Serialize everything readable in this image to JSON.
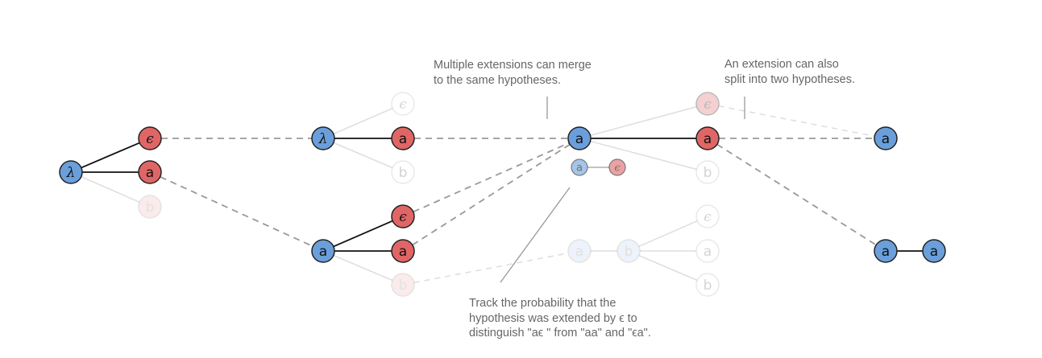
{
  "symbols": {
    "lambda": "λ",
    "epsilon": "ϵ",
    "a": "a",
    "b": "b"
  },
  "colors": {
    "blue_node": "#6a9fdb",
    "red_node": "#e06666",
    "solid_edge": "#111111",
    "dashed_edge": "#999999",
    "faded_edge": "#dddddd",
    "annotation_text": "#666666"
  },
  "annotations": {
    "merge": {
      "line1": "Multiple extensions can merge",
      "line2": "to the same hypotheses."
    },
    "split": {
      "line1": "An extension can also",
      "line2": "split into two hypotheses."
    },
    "track": {
      "line1": "Track the probability that the",
      "line2": "hypothesis was extended by ϵ to",
      "line3": "distinguish \"aϵ \" from \"aa\" and \"ϵa\"."
    }
  }
}
